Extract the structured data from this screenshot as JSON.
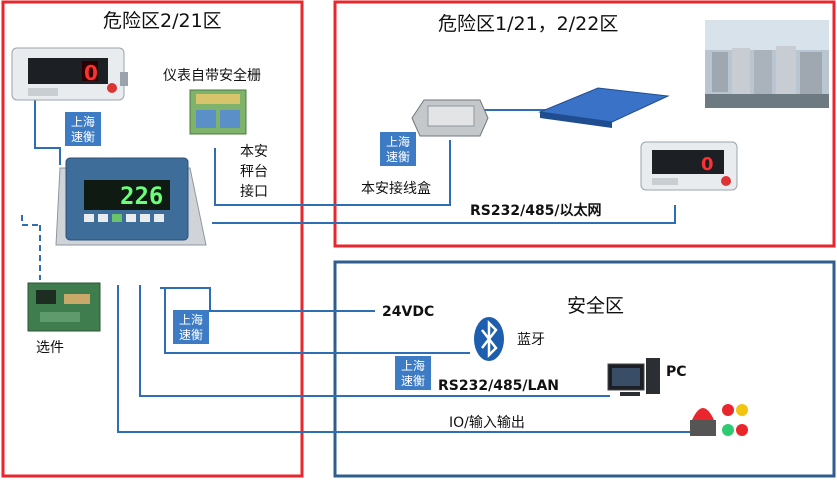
{
  "zones": {
    "hazard_2_21": "危险区2/21区",
    "hazard_1_21_2_22": "危险区1/21，2/22区",
    "safe": "安全区"
  },
  "labels": {
    "safety_barrier": "仪表自带安全栅",
    "intrinsic_platform_line1": "本安",
    "intrinsic_platform_line2": "秤台",
    "intrinsic_platform_line3": "接口",
    "junction_box": "本安接线盒",
    "comm_top": "RS232/485/以太网",
    "options": "选件",
    "power": "24VDC",
    "bluetooth": "蓝牙",
    "comm_bottom": "RS232/485/LAN",
    "pc": "PC",
    "io": "IO/输入输出"
  },
  "badge": {
    "line1": "上海",
    "line2": "速衡"
  },
  "display": {
    "main_value": "226",
    "remote_digit": "0"
  },
  "colors": {
    "hazard_border": "#e8262c",
    "safe_border": "#2f5d8f",
    "wire": "#2e6eb5",
    "badge_bg": "#3d7cc4"
  }
}
